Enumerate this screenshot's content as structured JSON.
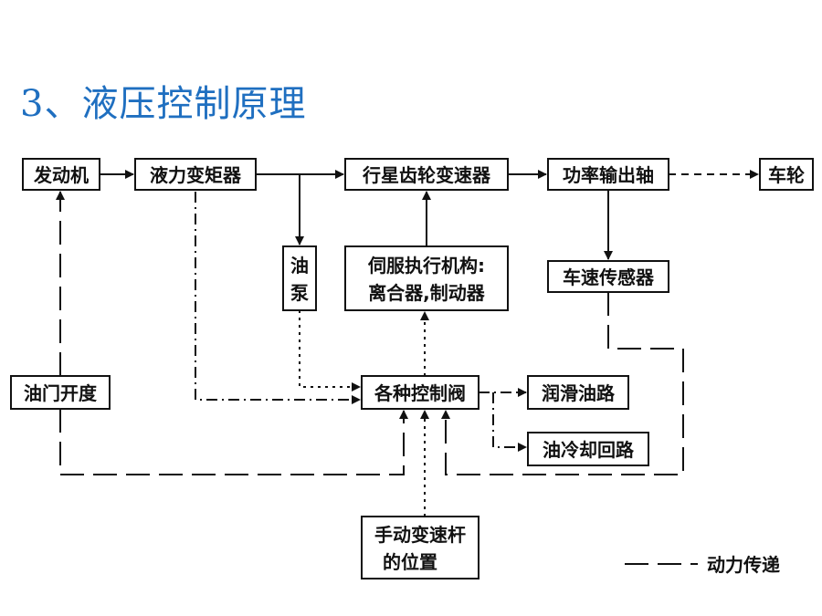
{
  "title": "3、液压控制原理",
  "boxes": {
    "engine": "发动机",
    "torque_converter": "液力变矩器",
    "planetary": "行星齿轮变速器",
    "output_shaft": "功率输出轴",
    "wheel": "车轮",
    "pump_1": "油",
    "pump_2": "泵",
    "servo_1": "伺服执行机构:",
    "servo_2": "离合器,制动器",
    "speed_sensor": "车速传感器",
    "throttle": "油门开度",
    "valves": "各种控制阀",
    "lube": "润滑油路",
    "cooling": "油冷却回路",
    "shift_lever_1": "手动变速杆",
    "shift_lever_2": "的位置"
  },
  "legend": {
    "power_label": "动力传递"
  }
}
